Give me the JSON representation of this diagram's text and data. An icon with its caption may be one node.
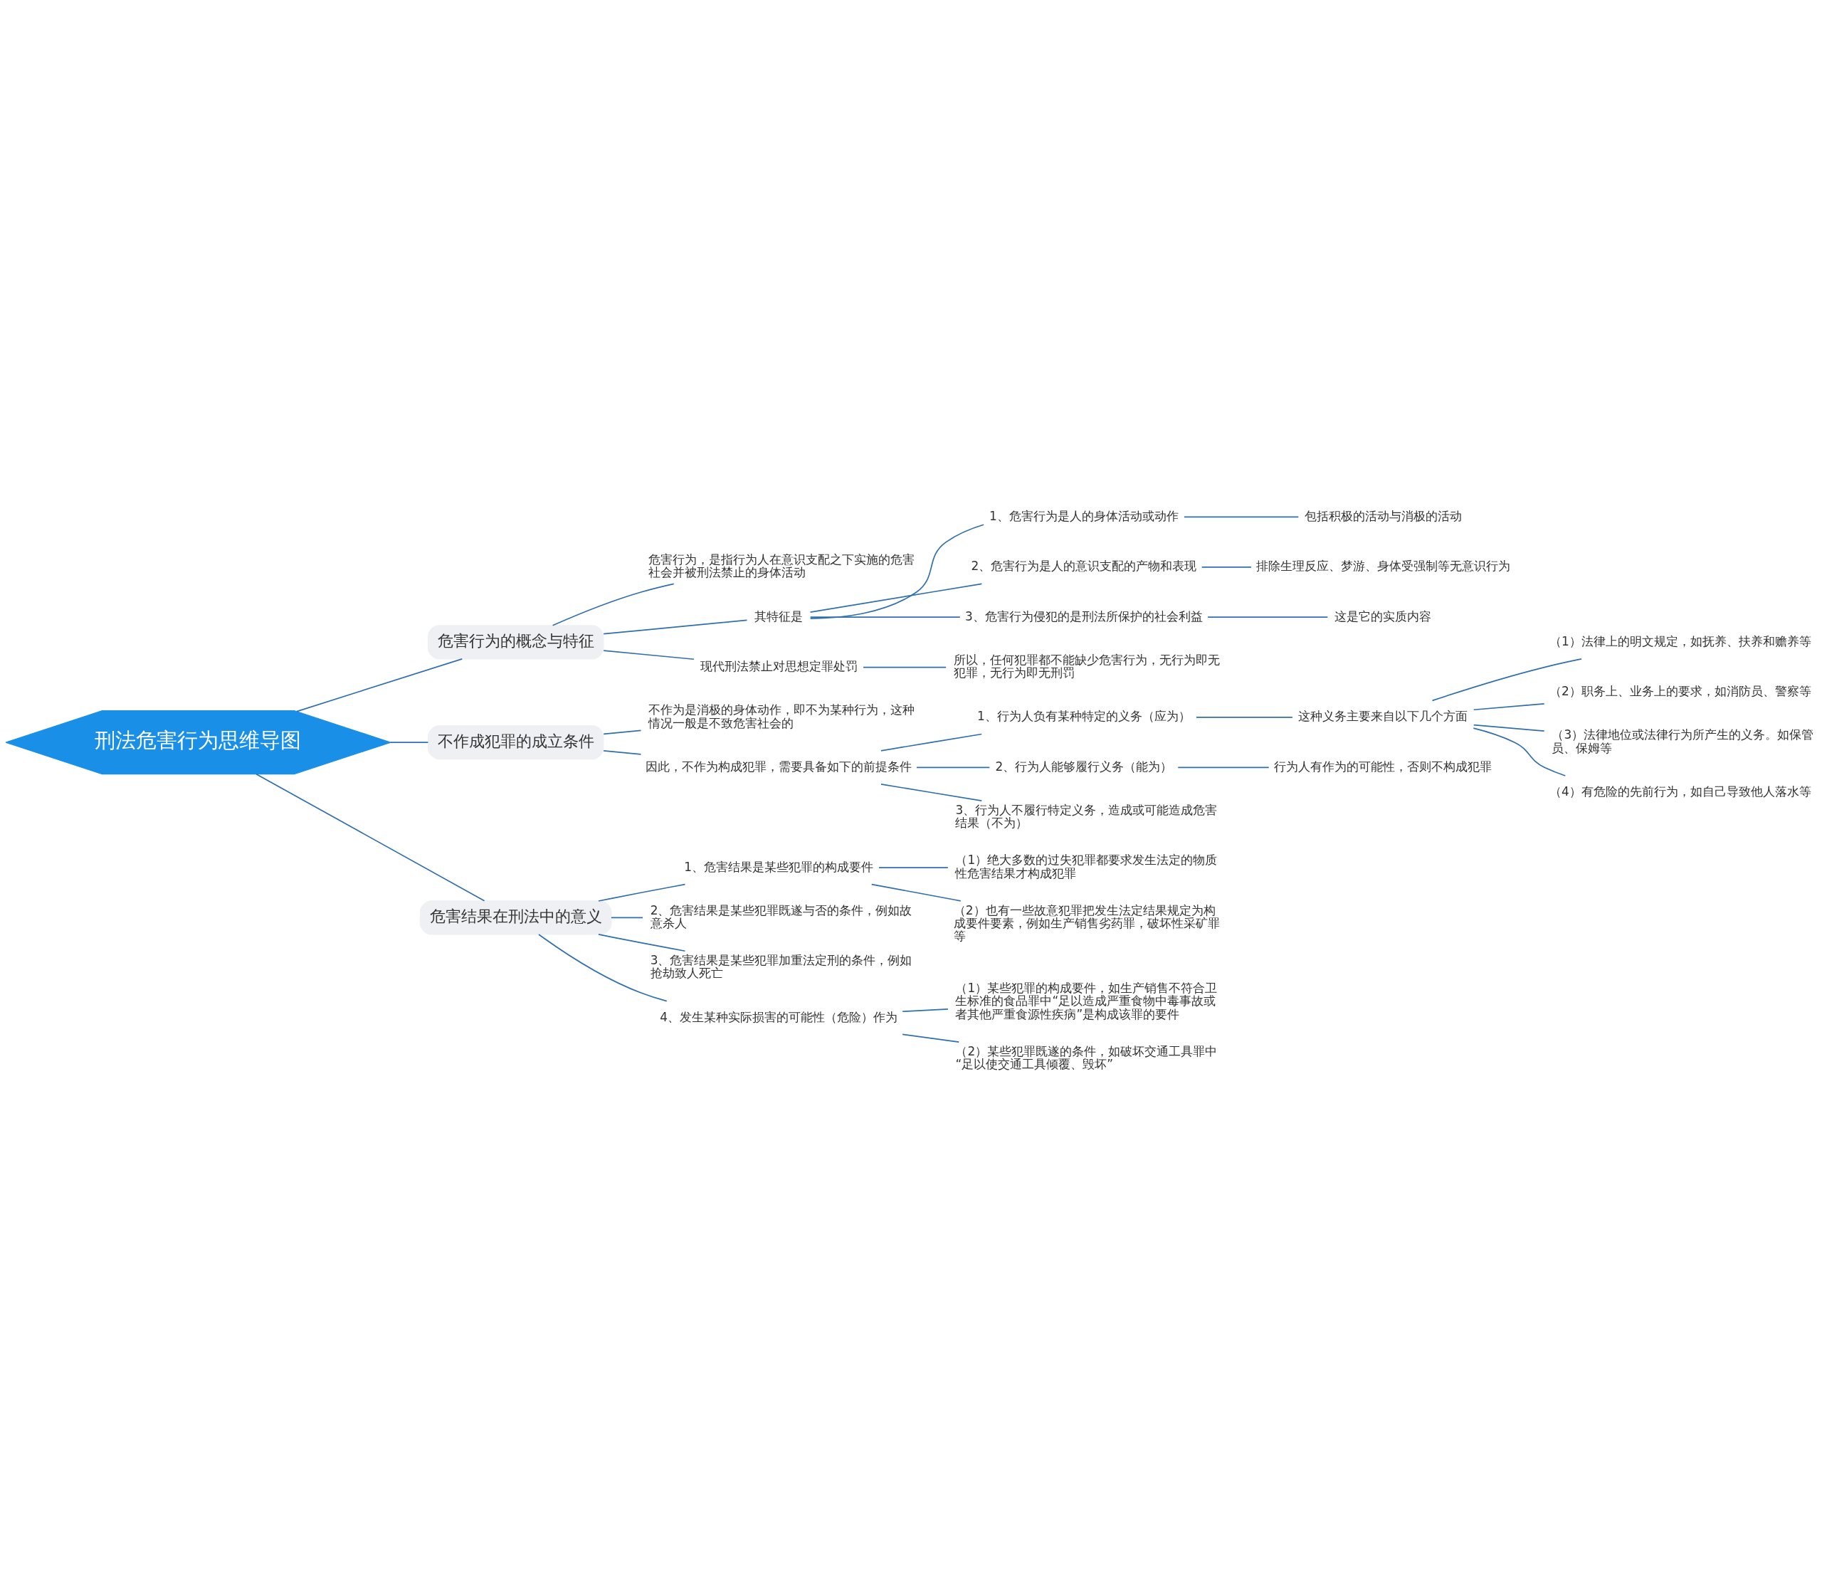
{
  "diagram": {
    "nodes": [
      {
        "text": [
          "刑法危害行为思维导图"
        ]
      },
      {
        "text": [
          "危害行为的概念与特征"
        ]
      },
      {
        "text": [
          "危害行为，是指行为人在意识支配之下实施的危害社会并被刑法禁止的身体活动"
        ]
      },
      {
        "text": [
          "其特征是"
        ]
      },
      {
        "text": [
          "1、危害行为是人的身体活动或动作"
        ]
      },
      {
        "text": [
          "包括积极的活动与消极的活动"
        ]
      },
      {
        "text": [
          "2、危害行为是人的意识支配的产物和表现"
        ]
      },
      {
        "text": [
          "排除生理反应、梦游、身体受强制等无意识行为"
        ]
      },
      {
        "text": [
          "3、危害行为侵犯的是刑法所保护的社会利益"
        ]
      },
      {
        "text": [
          "这是它的实质内容"
        ]
      },
      {
        "text": [
          "现代刑法禁止对思想定罪处罚"
        ]
      },
      {
        "text": [
          "所以，任何犯罪都不能缺少危害行为，无行为即无犯罪，无行为即无刑罚"
        ]
      },
      {
        "text": [
          "不作成犯罪的成立条件"
        ]
      },
      {
        "text": [
          "不作为是消极的身体动作，即不为某种行为，这种情况一般是不致危害社会的"
        ]
      },
      {
        "text": [
          "因此，不作为构成犯罪，需要具备如下的前提条件"
        ]
      },
      {
        "text": [
          "1、行为人负有某种特定的义务（应为）"
        ]
      },
      {
        "text": [
          "这种义务主要来自以下几个方面"
        ]
      },
      {
        "text": [
          "（1）法律上的明文规定，如抚养、扶养和赡养等"
        ]
      },
      {
        "text": [
          "（2）职务上、业务上的要求，如消防员、警察等"
        ]
      },
      {
        "text": [
          "（3）法律地位或法律行为所产生的义务。如保管员、保姆等"
        ]
      },
      {
        "text": [
          "（4）有危险的先前行为，如自己导致他人落水等"
        ]
      },
      {
        "text": [
          "2、行为人能够履行义务（能为）"
        ]
      },
      {
        "text": [
          "行为人有作为的可能性，否则不构成犯罪"
        ]
      },
      {
        "text": [
          "3、行为人不履行特定义务，造成或可能造成危害结果（不为）"
        ]
      },
      {
        "text": [
          "危害结果在刑法中的意义"
        ]
      },
      {
        "text": [
          "1、危害结果是某些犯罪的构成要件"
        ]
      },
      {
        "text": [
          "（1）绝大多数的过失犯罪都要求发生法定的物质性危害结果才构成犯罪"
        ]
      },
      {
        "text": [
          "（2）也有一些故意犯罪把发生法定结果规定为构成要件要素，例如生产销售劣药罪，破坏性采矿罪等"
        ]
      },
      {
        "text": [
          "2、危害结果是某些犯罪既遂与否的条件，例如故意杀人"
        ]
      },
      {
        "text": [
          "3、危害结果是某些犯罪加重法定刑的条件，例如抢劫致人死亡"
        ]
      },
      {
        "text": [
          "4、发生某种实际损害的可能性（危险）作为"
        ]
      },
      {
        "text": [
          "（1）某些犯罪的构成要件，如生产销售不符合卫生标准的食品罪中“足以造成严重食物中毒事故或者其他严重食源性疾病”是构成该罪的要件"
        ]
      },
      {
        "text": [
          "（2）某些犯罪既遂的条件，如破坏交通工具罪中“足以使交通工具倾覆、毁坏”"
        ]
      }
    ],
    "edges": [
      {
        "from": 0,
        "to": 1,
        "arrow": "none"
      },
      {
        "from": 1,
        "to": 2,
        "arrow": "none"
      },
      {
        "from": 1,
        "to": 3,
        "arrow": "none"
      },
      {
        "from": 3,
        "to": 4,
        "arrow": "none"
      },
      {
        "from": 4,
        "to": 5,
        "arrow": "none"
      },
      {
        "from": 3,
        "to": 6,
        "arrow": "none"
      },
      {
        "from": 6,
        "to": 7,
        "arrow": "none"
      },
      {
        "from": 3,
        "to": 8,
        "arrow": "none"
      },
      {
        "from": 8,
        "to": 9,
        "arrow": "none"
      },
      {
        "from": 1,
        "to": 10,
        "arrow": "none"
      },
      {
        "from": 10,
        "to": 11,
        "arrow": "none"
      },
      {
        "from": 0,
        "to": 12,
        "arrow": "none"
      },
      {
        "from": 12,
        "to": 13,
        "arrow": "none"
      },
      {
        "from": 12,
        "to": 14,
        "arrow": "none"
      },
      {
        "from": 14,
        "to": 15,
        "arrow": "none"
      },
      {
        "from": 15,
        "to": 16,
        "arrow": "none"
      },
      {
        "from": 16,
        "to": 17,
        "arrow": "none"
      },
      {
        "from": 16,
        "to": 18,
        "arrow": "none"
      },
      {
        "from": 16,
        "to": 19,
        "arrow": "none"
      },
      {
        "from": 16,
        "to": 20,
        "arrow": "none"
      },
      {
        "from": 14,
        "to": 21,
        "arrow": "none"
      },
      {
        "from": 21,
        "to": 22,
        "arrow": "none"
      },
      {
        "from": 14,
        "to": 23,
        "arrow": "none"
      },
      {
        "from": 0,
        "to": 24,
        "arrow": "none"
      },
      {
        "from": 24,
        "to": 25,
        "arrow": "none"
      },
      {
        "from": 25,
        "to": 26,
        "arrow": "none"
      },
      {
        "from": 25,
        "to": 27,
        "arrow": "none"
      },
      {
        "from": 24,
        "to": 28,
        "arrow": "none"
      },
      {
        "from": 24,
        "to": 29,
        "arrow": "none"
      },
      {
        "from": 24,
        "to": 30,
        "arrow": "none"
      },
      {
        "from": 30,
        "to": 31,
        "arrow": "none"
      },
      {
        "from": 30,
        "to": 32,
        "arrow": "none"
      }
    ]
  }
}
